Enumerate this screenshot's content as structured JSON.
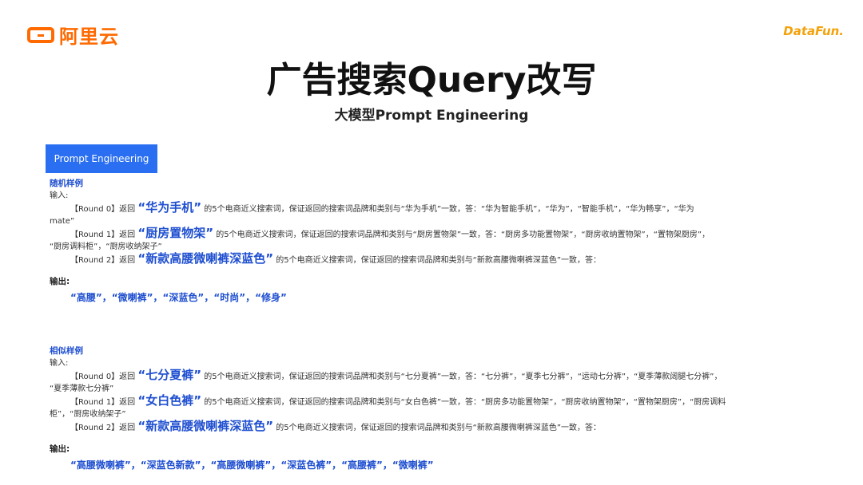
{
  "brand_left": "阿里云",
  "brand_right": "DataFun.",
  "title": "广告搜索Query改写",
  "subtitle": "大模型Prompt Engineering",
  "tab": "Prompt Engineering",
  "sections": [
    {
      "label": "随机样例",
      "input_label": "输入:",
      "rounds": [
        {
          "prefix": "【Round 0】返回",
          "highlight": "“华为手机”",
          "rest": "的5个电商近义搜索词，保证返回的搜索词品牌和类别与“华为手机”一致，答：“华为智能手机”，“华为”，“智能手机”，“华为畅享”，“华为",
          "cont": "mate”"
        },
        {
          "prefix": "【Round 1】返回",
          "highlight": "“厨房置物架”",
          "rest": "的5个电商近义搜索词，保证返回的搜索词品牌和类别与“厨房置物架”一致，答：“厨房多功能置物架”，“厨房收纳置物架”，“置物架厨房”，",
          "cont": "“厨房调料柜”，“厨房收纳架子”"
        },
        {
          "prefix": "【Round 2】返回",
          "highlight": "“新款高腰微喇裤深蓝色”",
          "rest": "的5个电商近义搜索词，保证返回的搜索词品牌和类别与“新款高腰微喇裤深蓝色”一致，答：",
          "cont": ""
        }
      ],
      "output_label": "输出:",
      "output": "“高腰”，“微喇裤”，“深蓝色”，“时尚”，“修身”"
    },
    {
      "label": "相似样例",
      "input_label": "输入:",
      "rounds": [
        {
          "prefix": "【Round 0】返回",
          "highlight": "“七分夏裤”",
          "rest": "的5个电商近义搜索词，保证返回的搜索词品牌和类别与“七分夏裤”一致，答：“七分裤”，“夏季七分裤”，“运动七分裤”，“夏季薄款阔腿七分裤”，",
          "cont": "“夏季薄款七分裤”"
        },
        {
          "prefix": "【Round 1】返回",
          "highlight": "“女白色裤”",
          "rest": "的5个电商近义搜索词，保证返回的搜索词品牌和类别与“女白色裤”一致，答：“厨房多功能置物架”，“厨房收纳置物架”，“置物架厨房”，“厨房调料",
          "cont": "柜”，“厨房收纳架子”"
        },
        {
          "prefix": "【Round 2】返回",
          "highlight": "“新款高腰微喇裤深蓝色”",
          "rest": "的5个电商近义搜索词，保证返回的搜索词品牌和类别与“新款高腰微喇裤深蓝色”一致，答：",
          "cont": ""
        }
      ],
      "output_label": "输出:",
      "output": "“高腰微喇裤”，“深蓝色新款”，“高腰微喇裤”，“深蓝色裤”，“高腰裤”，“微喇裤”"
    }
  ]
}
